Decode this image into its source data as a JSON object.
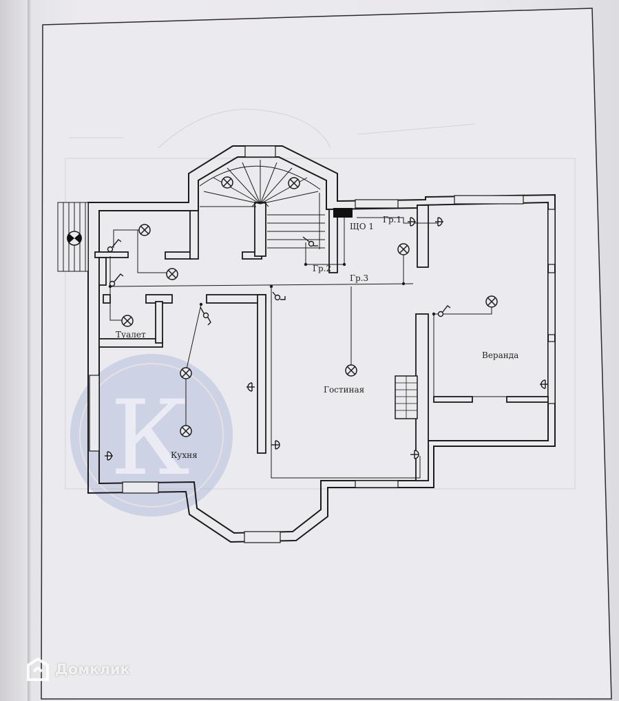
{
  "drawing": {
    "rooms": {
      "toilet": "Туалет",
      "kitchen": "Кухня",
      "living": "Гостиная",
      "veranda": "Веранда"
    },
    "panel": "ЩО 1",
    "groups": {
      "g1": "Гр.1",
      "g2": "Гр.2",
      "g3": "Гр.3"
    }
  },
  "colors": {
    "ink": "#1a1a1a",
    "paper": "#eae9ed",
    "stamp": "#a9b6d8"
  },
  "icons": {
    "lamp": "lamp-icon",
    "switch": "switch-icon",
    "socket": "socket-icon",
    "fan": "fan-icon"
  },
  "watermark": {
    "text": "Домклик",
    "stamp_letter": "К"
  }
}
